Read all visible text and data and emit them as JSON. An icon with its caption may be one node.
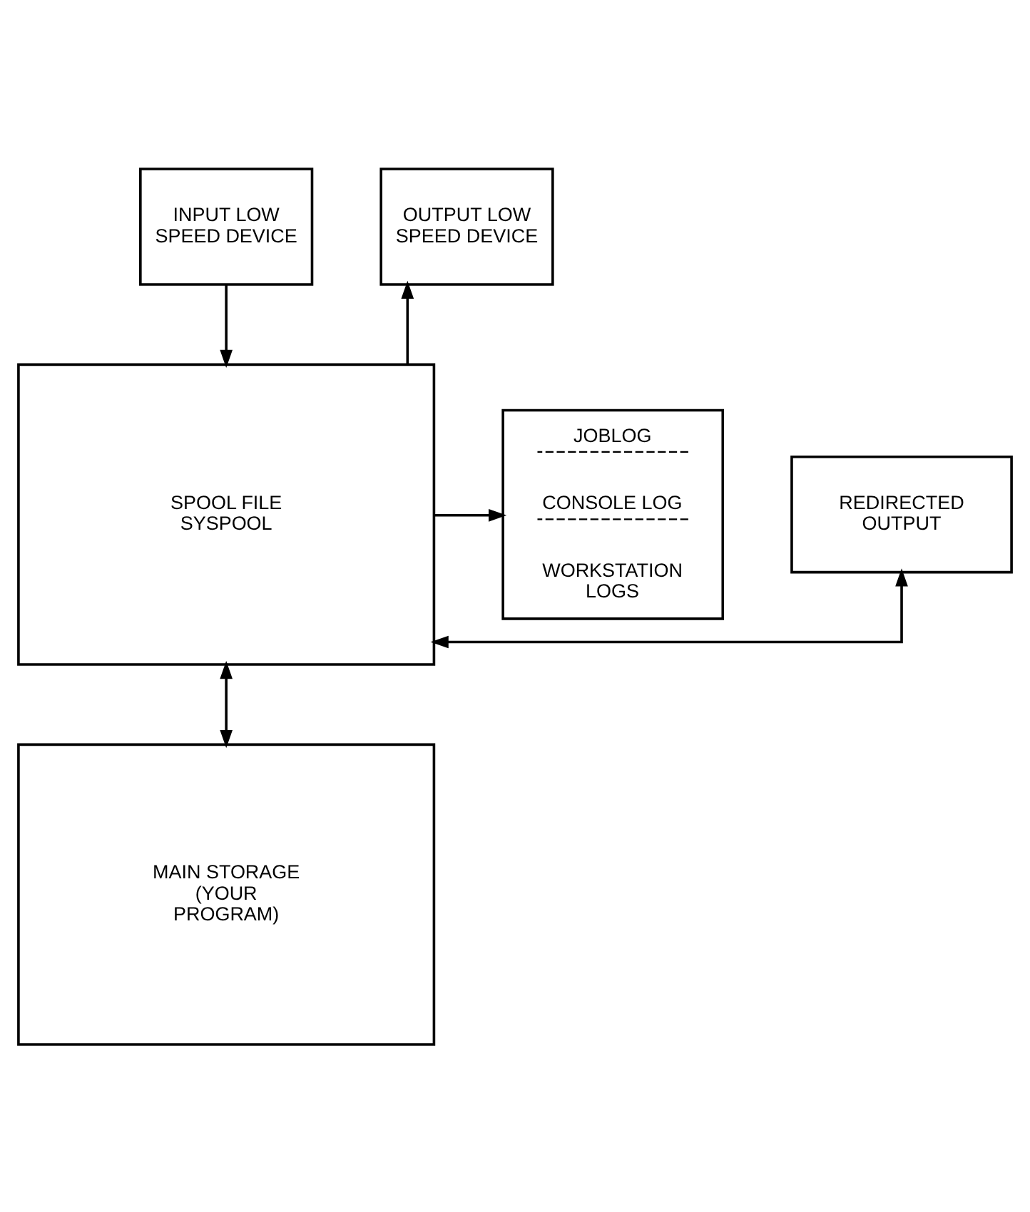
{
  "diagram": {
    "nodes": [
      {
        "text": [
          "INPUT LOW SPEED DEVICE"
        ]
      },
      {
        "text": [
          "OUTPUT LOW SPEED DEVICE"
        ]
      },
      {
        "text": [
          "SPOOL FILE SYSPOOL"
        ]
      },
      {
        "text": [
          "REDIRECTED OUTPUT"
        ]
      },
      {
        "text": [
          "JOBLOG",
          "CONSOLE LOG",
          "WORKSTATION LOGS"
        ]
      },
      {
        "text": [
          "MAIN STORAGE (YOUR PROGRAM)"
        ]
      }
    ],
    "edges": [
      {
        "from": 0,
        "to": 2,
        "arrow": "to"
      },
      {
        "from": 2,
        "to": 1,
        "arrow": "to"
      },
      {
        "from": 2,
        "to": 3,
        "arrow": "both"
      },
      {
        "from": 2,
        "to": 4,
        "arrow": "to"
      },
      {
        "from": 2,
        "to": 5,
        "arrow": "both"
      }
    ]
  }
}
